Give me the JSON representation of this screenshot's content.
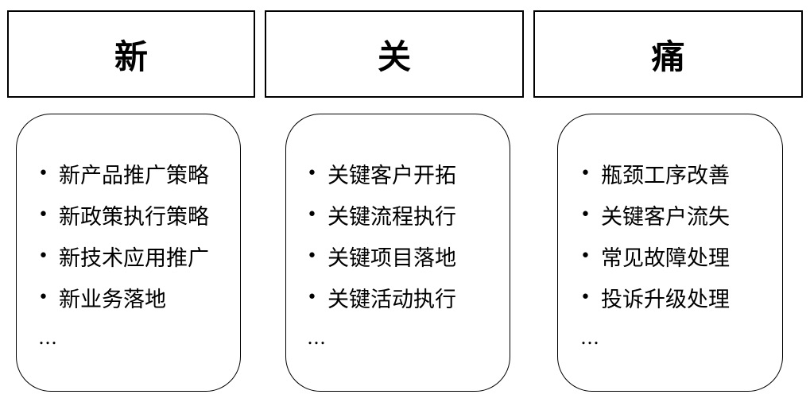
{
  "columns": [
    {
      "header": "新",
      "items": [
        "新产品推广策略",
        "新政策执行策略",
        "新技术应用推广",
        "新业务落地"
      ],
      "more": "…"
    },
    {
      "header": "关",
      "items": [
        "关键客户开拓",
        "关键流程执行",
        "关键项目落地",
        "关键活动执行"
      ],
      "more": "…"
    },
    {
      "header": "痛",
      "items": [
        "瓶颈工序改善",
        "关键客户流失",
        "常见故障处理",
        "投诉升级处理"
      ],
      "more": "…"
    }
  ]
}
